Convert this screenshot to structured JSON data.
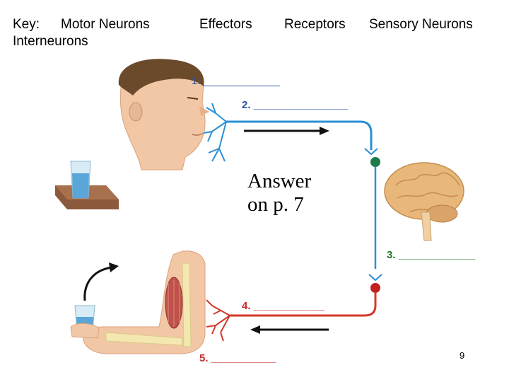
{
  "key": {
    "label": "Key:",
    "terms": [
      "Motor Neurons",
      "Interneurons",
      "Effectors",
      "Receptors",
      "Sensory Neurons"
    ]
  },
  "blanks": [
    {
      "label": "1. _____________",
      "color": "#2b4fa8"
    },
    {
      "label": "2. ________________",
      "color": "#2b4fa8"
    },
    {
      "label": "3. _____________",
      "color": "#1f7a2a"
    },
    {
      "label": "4. ____________",
      "color": "#c42b2b"
    },
    {
      "label": "5. ___________",
      "color": "#c42b2b"
    }
  ],
  "answer": {
    "line1": "Answer",
    "line2": "on p. 7"
  },
  "page_number": "9",
  "colors": {
    "sensory_path": "#2b8fd6",
    "motor_path": "#d23a2a",
    "sensory_node": "#1f7a4a",
    "motor_node": "#c42020",
    "brain": "#e8b77a",
    "skin": "#f2c7a5"
  }
}
